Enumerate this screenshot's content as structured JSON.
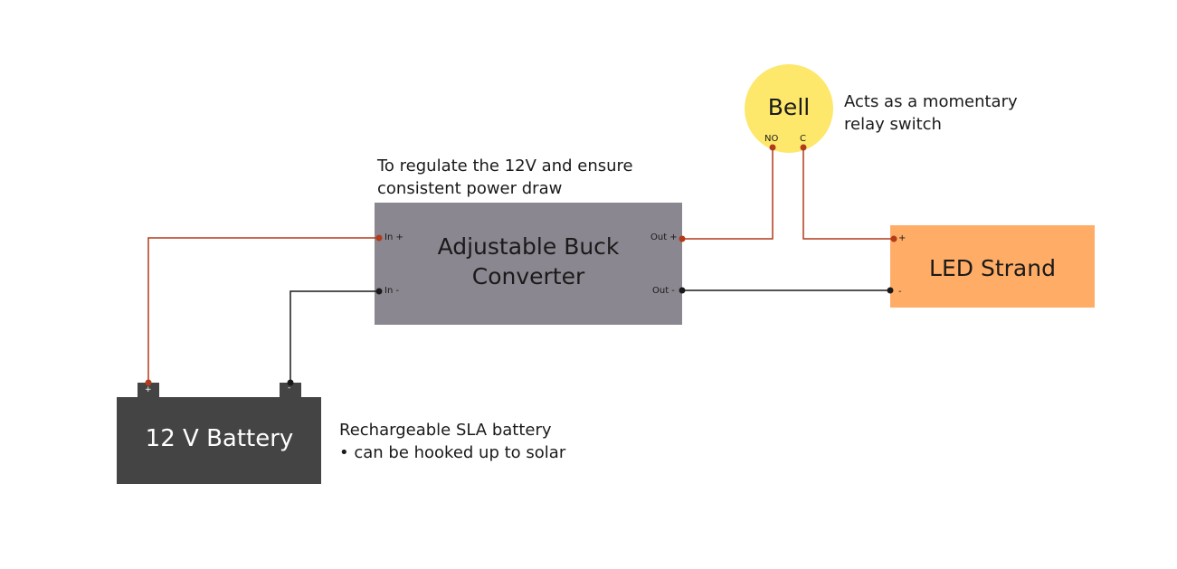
{
  "buck_converter": {
    "label": "Adjustable Buck\nConverter",
    "note": "To regulate the 12V and ensure\nconsistent power draw",
    "in_plus": "In +",
    "in_minus": "In -",
    "out_plus": "Out +",
    "out_minus": "Out -"
  },
  "bell": {
    "label": "Bell",
    "no_terminal": "NO",
    "c_terminal": "C",
    "note": "Acts as a momentary\nrelay switch"
  },
  "led_strand": {
    "label": "LED Strand",
    "plus": "+",
    "minus": "-"
  },
  "battery": {
    "label": "12 V Battery",
    "plus": "+",
    "minus": "-",
    "note_title": "Rechargeable SLA battery",
    "note_bullet": "•  can be hooked up to solar"
  },
  "colors": {
    "positive_wire": "#b33a1a",
    "negative_wire": "#1a1a1a",
    "buck_fill": "#8b8790",
    "led_fill": "#ffad66",
    "bell_fill": "#fde86c",
    "battery_fill": "#444444"
  }
}
